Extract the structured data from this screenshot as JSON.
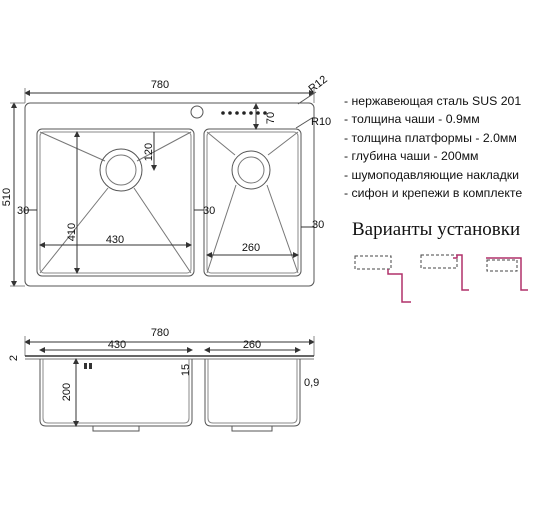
{
  "top_view": {
    "width_label": "780",
    "height_label": "510",
    "corner_radius_outer": "R12",
    "corner_radius_bowl": "R10",
    "tap_offset": "70",
    "drain_offset": "120",
    "left_bowl_depth_label": "410",
    "left_bowl_width_label": "430",
    "right_bowl_width_label": "260",
    "left_margin_label": "30",
    "center_margin_label": "30",
    "right_margin_label": "30"
  },
  "side_view": {
    "width_label": "780",
    "platform_label": "2",
    "left_bowl_width_label": "430",
    "right_bowl_width_label": "260",
    "depth_label": "200",
    "gap_label": "15",
    "thickness_label": "0,9"
  },
  "specs": [
    "- нержавеющая сталь SUS 201",
    "- толщина чаши - 0.9мм",
    "- толщина платформы - 2.0мм",
    "- глубина чаши - 200мм",
    "- шумоподавляющие накладки",
    "- сифон и крепежи в комплекте"
  ],
  "install_variants": {
    "title": "Варианты установки",
    "accent_color": "#b0306a"
  },
  "colors": {
    "line": "#555555",
    "accent": "#b0306a"
  }
}
